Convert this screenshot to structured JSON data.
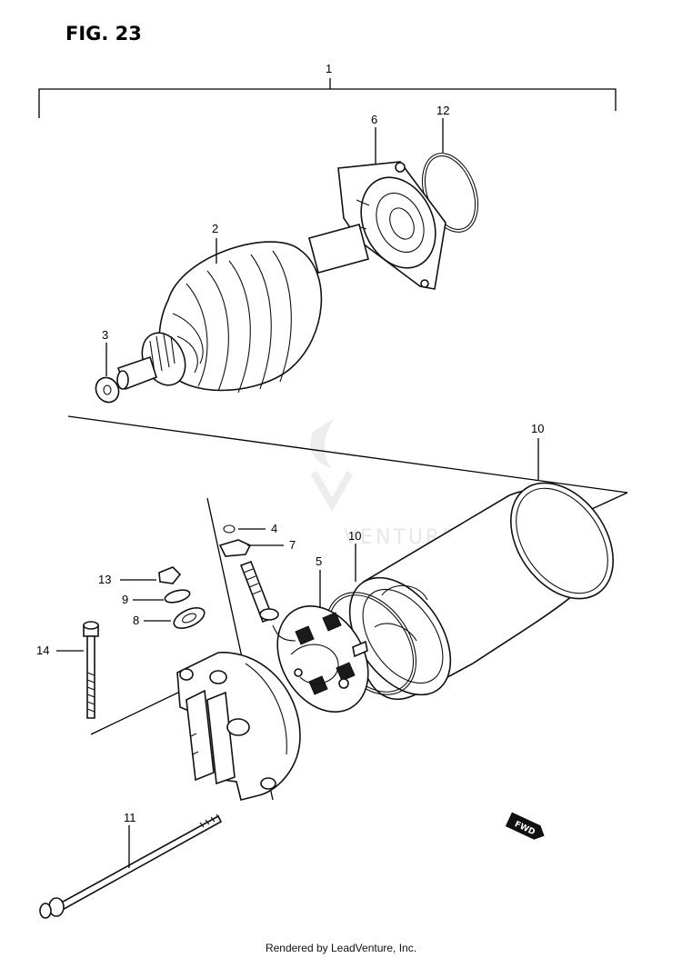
{
  "figure": {
    "title": "FIG. 23"
  },
  "callouts": [
    {
      "id": "c1",
      "label": "1"
    },
    {
      "id": "c2",
      "label": "2"
    },
    {
      "id": "c3",
      "label": "3"
    },
    {
      "id": "c4",
      "label": "4"
    },
    {
      "id": "c5",
      "label": "5"
    },
    {
      "id": "c6",
      "label": "6"
    },
    {
      "id": "c7",
      "label": "7"
    },
    {
      "id": "c8",
      "label": "8"
    },
    {
      "id": "c9",
      "label": "9"
    },
    {
      "id": "c10a",
      "label": "10"
    },
    {
      "id": "c10b",
      "label": "10"
    },
    {
      "id": "c11",
      "label": "11"
    },
    {
      "id": "c12",
      "label": "12"
    },
    {
      "id": "c13",
      "label": "13"
    },
    {
      "id": "c14",
      "label": "14"
    }
  ],
  "fwd_badge": "FWD",
  "watermark": "VENTURE",
  "footer": "Rendered by LeadVenture, Inc.",
  "colors": {
    "ink": "#000000",
    "background": "#ffffff",
    "watermark": "#e6e6e6"
  }
}
